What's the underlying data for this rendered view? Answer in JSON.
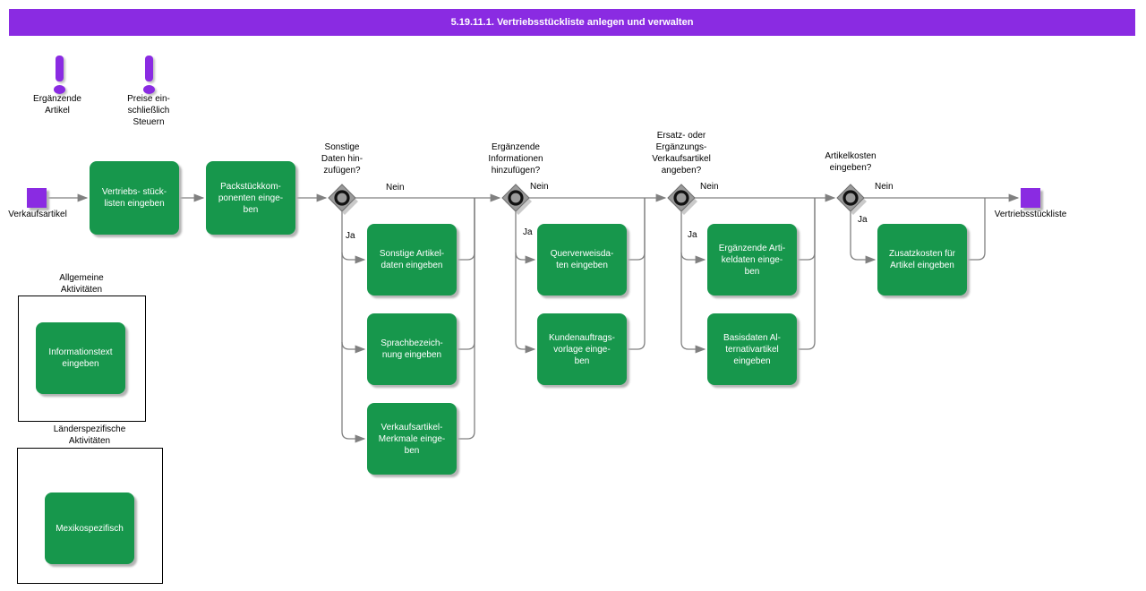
{
  "title": "5.19.11.1. Vertriebsstückliste anlegen und verwalten",
  "colors": {
    "purple": "#8A2BE2",
    "green": "#17974C",
    "line": "#808080"
  },
  "warnings": [
    {
      "label": "Ergänzende\nArtikel"
    },
    {
      "label": "Preise ein-\nschließlich\nSteuern"
    }
  ],
  "start": {
    "label": "Verkaufsartikel"
  },
  "end": {
    "label": "Vertriebsstückliste"
  },
  "tasks": [
    {
      "label": "Vertriebs- stück-\nlisten eingeben"
    },
    {
      "label": "Packstückkom-\nponenten einge-\nben"
    }
  ],
  "decisions": [
    {
      "question": "Sonstige\nDaten hin-\nzufügen?",
      "yes": "Ja",
      "no": "Nein",
      "tasks": [
        {
          "label": "Sonstige Artikel-\ndaten eingeben"
        },
        {
          "label": "Sprachbezeich-\nnung eingeben"
        },
        {
          "label": "Verkaufsartikel-\nMerkmale einge-\nben"
        }
      ]
    },
    {
      "question": "Ergänzende\nInformationen\nhinzufügen?",
      "yes": "Ja",
      "no": "Nein",
      "tasks": [
        {
          "label": "Querverweisda-\nten eingeben"
        },
        {
          "label": "Kundenauftrags-\nvorlage einge-\nben"
        }
      ]
    },
    {
      "question": "Ersatz- oder\nErgänzungs-\nVerkaufsartikel\nangeben?",
      "yes": "Ja",
      "no": "Nein",
      "tasks": [
        {
          "label": "Ergänzende Arti-\nkeldaten einge-\nben"
        },
        {
          "label": "Basisdaten Al-\nternativartikel\neingeben"
        }
      ]
    },
    {
      "question": "Artikelkosten\neingeben?",
      "yes": "Ja",
      "no": "Nein",
      "tasks": [
        {
          "label": "Zusatzkosten für\nArtikel eingeben"
        }
      ]
    }
  ],
  "groups": [
    {
      "title": "Allgemeine\nAktivitäten",
      "task": {
        "label": "Informationstext\neingeben"
      }
    },
    {
      "title": "Länderspezifische\nAktivitäten",
      "task": {
        "label": "Mexikospezifisch"
      }
    }
  ]
}
